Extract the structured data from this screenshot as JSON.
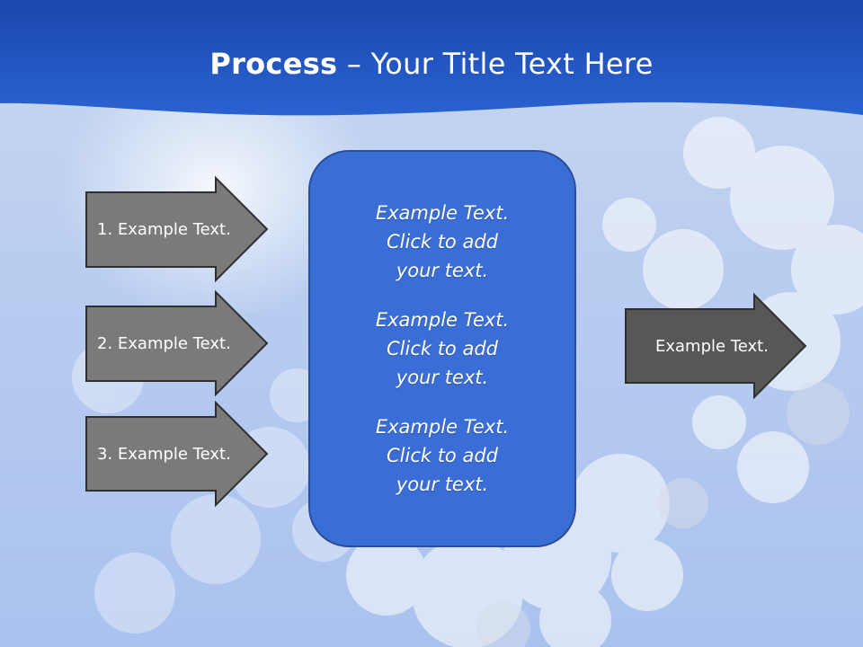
{
  "title": {
    "bold": "Process",
    "rest": " – Your Title Text Here"
  },
  "left_arrows": [
    "1. Example Text.",
    "2. Example Text.",
    "3. Example Text."
  ],
  "center_box": {
    "items": [
      "Example Text.\nClick  to add\nyour text.",
      "Example Text.\nClick  to add\nyour text.",
      "Example Text.\nClick  to add\nyour text."
    ]
  },
  "right_arrow": "Example Text.",
  "colors": {
    "header": "#1c4fb9",
    "box": "#3a6ed6",
    "box_border": "#2a4c9c",
    "arrow_light": "#7a7a7a",
    "arrow_dark": "#575757"
  }
}
